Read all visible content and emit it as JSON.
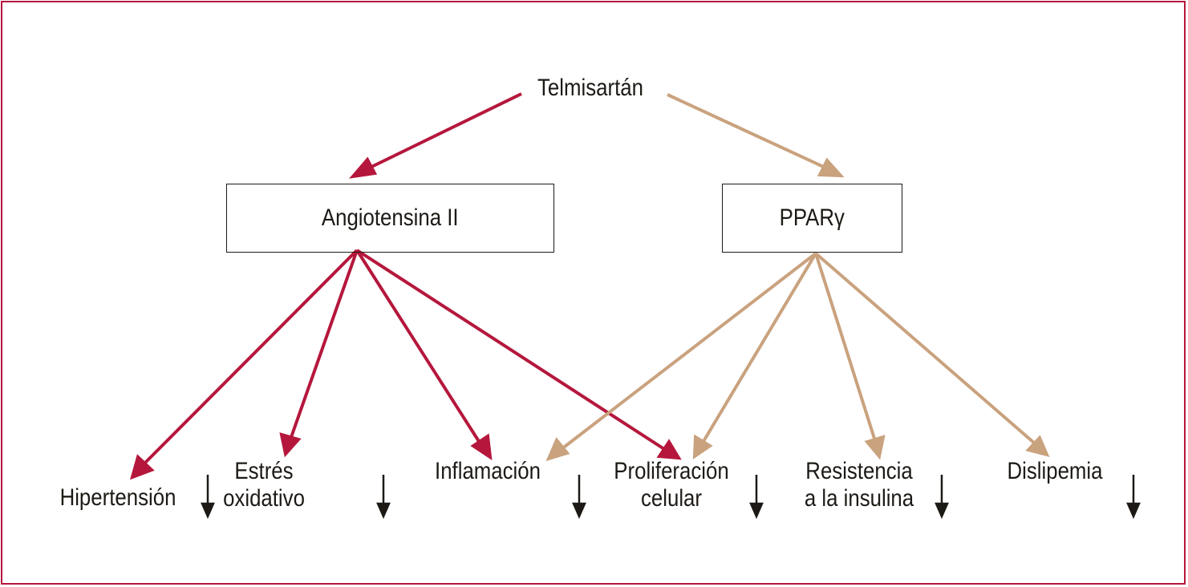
{
  "root": "Telmisartán",
  "nodes": {
    "angiotensina": "Angiotensina II",
    "ppar": "PPARγ"
  },
  "outcomes": {
    "hipertension": "Hipertensión",
    "estres": [
      "Estrés",
      "oxidativo"
    ],
    "inflamacion": "Inflamación",
    "proliferacion": [
      "Proliferación",
      "celular"
    ],
    "resistencia": [
      "Resistencia",
      "a la insulina"
    ],
    "dislipemia": "Dislipemia"
  },
  "colors": {
    "angiotensina_arrows": "#b5173c",
    "ppar_arrows": "#c9a27e",
    "frame": "#b5173c",
    "text": "#1d1a16"
  }
}
